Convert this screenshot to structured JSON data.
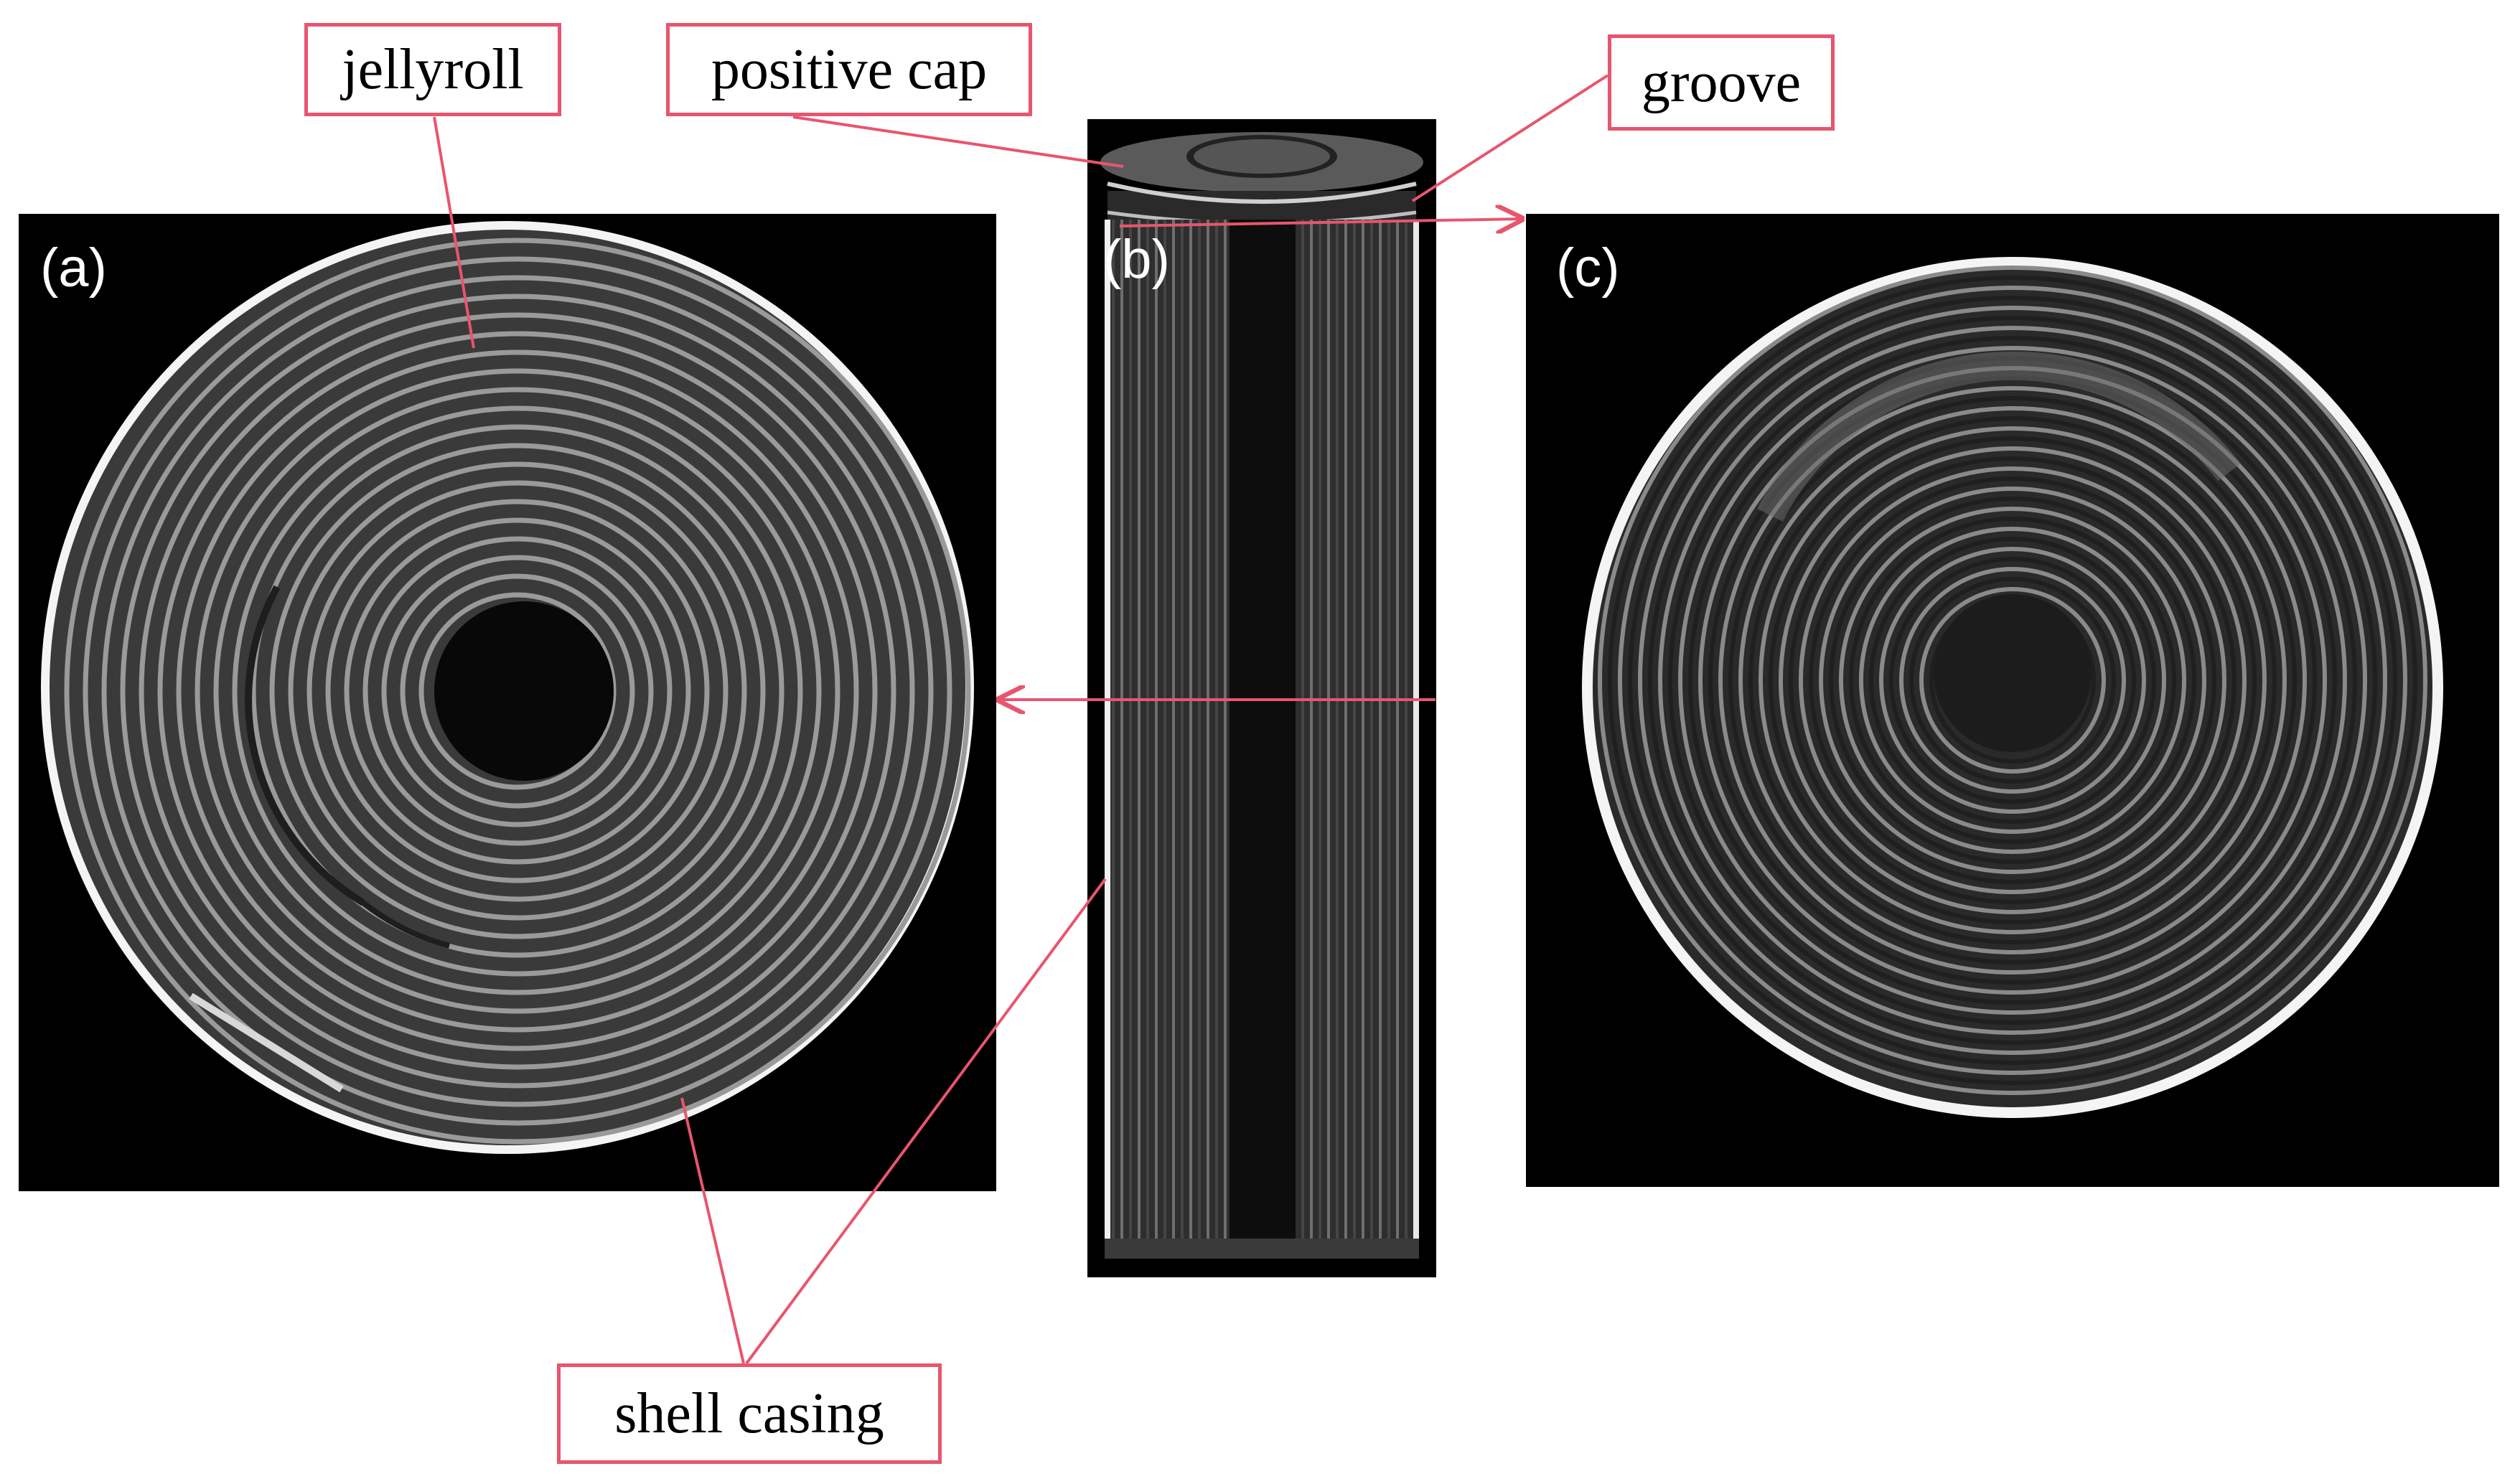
{
  "panels": {
    "a": {
      "label": "(a)"
    },
    "b": {
      "label": "(b)"
    },
    "c": {
      "label": "(c)"
    }
  },
  "callouts": {
    "jellyroll": "jellyroll",
    "positive_cap": "positive cap",
    "groove": "groove",
    "shell_casing": "shell casing"
  },
  "colors": {
    "leader": "#e8556e",
    "background": "#000000",
    "layer_light": "#9a9a9a",
    "layer_dark": "#3a3a3a",
    "shell": "#f2f2f2"
  }
}
